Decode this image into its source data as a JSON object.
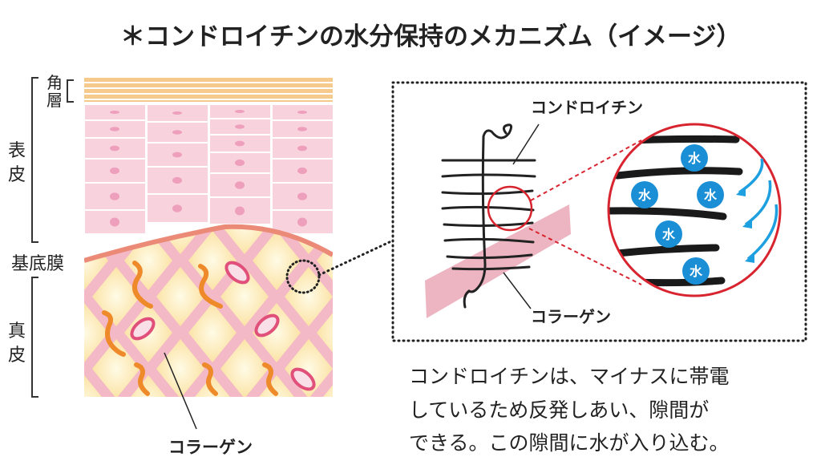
{
  "title": "＊コンドロイチンの水分保持のメカニズム（イメージ）",
  "skin": {
    "stratum_corneum": [
      "角",
      "層"
    ],
    "epidermis": [
      "表",
      "皮"
    ],
    "basement_membrane": "基底膜",
    "dermis": [
      "真",
      "皮"
    ],
    "collagen_label": "コラーゲン"
  },
  "detail": {
    "chondroitin_label": "コンドロイチン",
    "collagen_label": "コラーゲン",
    "water_label": "水"
  },
  "caption": [
    "コンドロイチンは、マイナスに帯電",
    "しているため反発しあい、隙間が",
    "できる。この隙間に水が入り込む。"
  ],
  "colors": {
    "water": "#1a8fd6",
    "highlight": "#d8242f",
    "membrane": "#ec8a78",
    "cell": "#f8d3de",
    "fiber": "#ee8a2a"
  }
}
